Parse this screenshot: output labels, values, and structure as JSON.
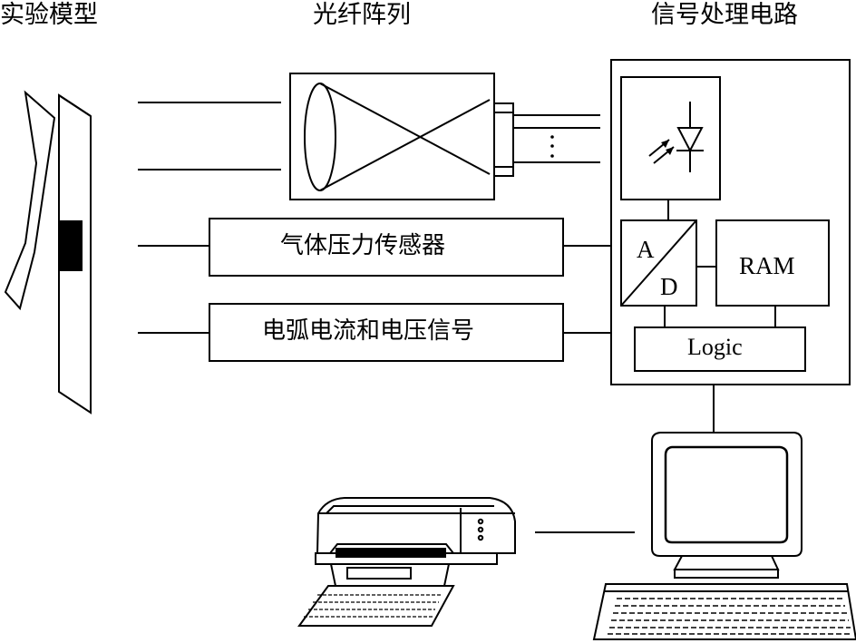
{
  "headers": {
    "experiment_model": "实验模型",
    "fiber_array": "光纤阵列",
    "signal_processing": "信号处理电路"
  },
  "boxes": {
    "gas_pressure_sensor": "气体压力传感器",
    "arc_current_voltage": "电弧电流和电压信号",
    "ad_a": "A",
    "ad_d": "D",
    "ram": "RAM",
    "logic": "Logic"
  },
  "icons": {
    "experiment_model": "experiment-model-plates-icon",
    "fiber_array": "lens-fiber-array-icon",
    "photodiode": "photodiode-icon",
    "computer": "computer-monitor-icon",
    "keyboard": "keyboard-icon",
    "printer": "printer-icon"
  },
  "colors": {
    "stroke": "#000000",
    "fill": "#ffffff"
  }
}
